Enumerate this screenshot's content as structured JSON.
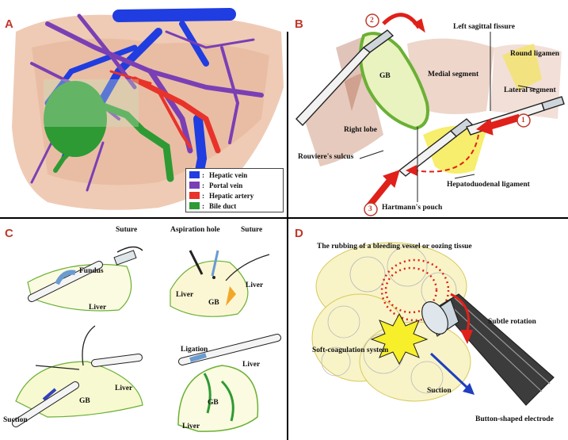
{
  "panels": {
    "a": {
      "label": "A"
    },
    "b": {
      "label": "B"
    },
    "c": {
      "label": "C"
    },
    "d": {
      "label": "D"
    }
  },
  "legend": {
    "separator": ":",
    "items": [
      {
        "label": "Hepatic vein",
        "color": "#1f3de0"
      },
      {
        "label": "Portal vein",
        "color": "#7a3fb5"
      },
      {
        "label": "Hepatic artery",
        "color": "#e8332a"
      },
      {
        "label": "Bile duct",
        "color": "#2e9a34"
      }
    ]
  },
  "panel_b": {
    "step1": "1",
    "step2": "2",
    "step3": "3",
    "gb": "GB",
    "medial_segment": "Medial segment",
    "left_sagittal_fissure": "Left sagittal fissure",
    "round_ligament": "Round ligamen",
    "lateral_segment": "Lateral segment",
    "right_lobe": "Right lobe",
    "rouviere": "Rouviere's sulcus",
    "hepatoduodenal": "Hepatoduodenal ligament",
    "hartmann": "Hartmann's pouch"
  },
  "panel_c": {
    "suture_1": "Suture",
    "fundus": "Fundus",
    "liver_1": "Liver",
    "aspiration_hole": "Aspiration hole",
    "suture_2": "Suture",
    "liver_2a": "Liver",
    "liver_2b": "Liver",
    "gb_2": "GB",
    "gb_3": "GB",
    "liver_3": "Liver",
    "suction": "Suction",
    "ligation": "Ligation",
    "liver_4a": "Liver",
    "gb_4": "GB",
    "liver_4b": "Liver"
  },
  "panel_d": {
    "rubbing": "The rubbing of a bleeding vessel or oozing tissue",
    "subtle_rotation": "Subtle rotation",
    "soft_coag": "Soft-coagulation system",
    "suction": "Suction",
    "electrode": "Button-shaped electrode"
  },
  "colors": {
    "divider": "#000000",
    "label_red": "#c0392b",
    "arrow_red": "#e0201a",
    "arrow_blue": "#1f3fbf",
    "gb_green": "#8fc84a",
    "spark_yellow": "#f7ef2a"
  }
}
